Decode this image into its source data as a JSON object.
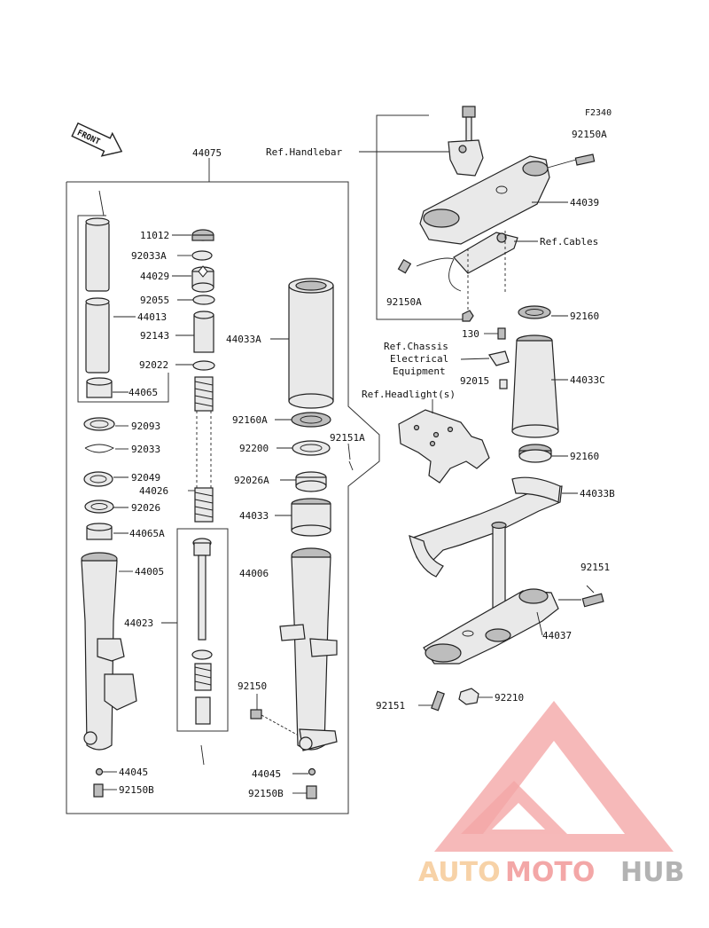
{
  "figure_code": "F2340",
  "front_arrow": "FRONT",
  "labels": {
    "l44075": "44075",
    "l11012": "11012",
    "l92033A": "92033A",
    "l44029": "44029",
    "l92055": "92055",
    "l44013": "44013",
    "l92143": "92143",
    "l92022": "92022",
    "l44065": "44065",
    "l92093": "92093",
    "l92033": "92033",
    "l92049": "92049",
    "l44026": "44026",
    "l92026": "92026",
    "l44065A": "44065A",
    "l44005": "44005",
    "l44023": "44023",
    "l44045a": "44045",
    "l92150Ba": "92150B",
    "l44033A": "44033A",
    "l92160A": "92160A",
    "l92151A": "92151A",
    "l92200": "92200",
    "l92026A": "92026A",
    "l44033": "44033",
    "l44006": "44006",
    "l92150": "92150",
    "l44045b": "44045",
    "l92150Bb": "92150B",
    "refHandlebar": "Ref.Handlebar",
    "l92150Aa": "92150A",
    "l44039": "44039",
    "refCables": "Ref.Cables",
    "l92150Ab": "92150A",
    "l130": "130",
    "l92160a": "92160",
    "refChassis1": "Ref.Chassis",
    "refChassis2": "Electrical",
    "refChassis3": "Equipment",
    "l92015": "92015",
    "l44033C": "44033C",
    "refHeadlight": "Ref.Headlight(s)",
    "l92160b": "92160",
    "l44033B": "44033B",
    "l92151": "92151",
    "l44037": "44037",
    "l92151b": "92151",
    "l92210": "92210"
  },
  "watermark": {
    "part1": "AUTO",
    "part2": "MOTO",
    "part3": "HUB",
    "color_light": "#f5c38a",
    "color_accent": "#f08a8a",
    "color_dark": "#9a9a9a"
  }
}
